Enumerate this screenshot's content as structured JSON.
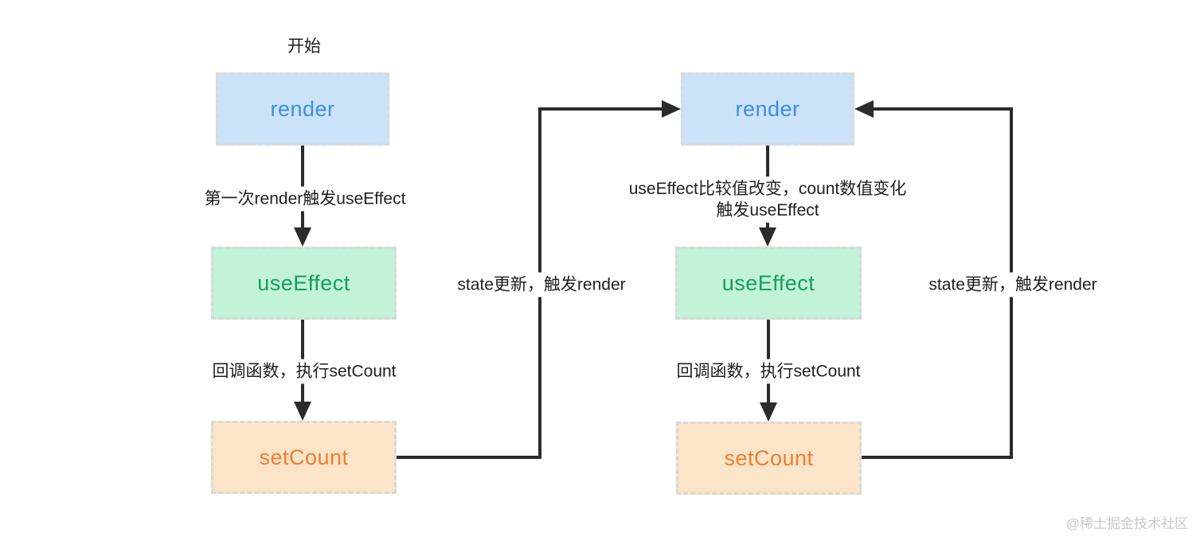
{
  "diagram": {
    "start_label": "开始",
    "watermark": "@稀土掘金技术社区",
    "colors": {
      "render_fill": "#cbe3f9",
      "render_text": "#3e8be8",
      "useeffect_fill": "#c2f2d7",
      "useeffect_text": "#13a05c",
      "setcount_fill": "#fce4c8",
      "setcount_text": "#ee7d32",
      "line": "#2b2b2b",
      "box_border": "#d9d9d9",
      "label_text": "#1f1f1f",
      "watermark_text": "#c9cacc"
    },
    "left": {
      "render": "render",
      "useEffect": "useEffect",
      "setCount": "setCount",
      "edge_render_to_useeffect": "第一次render触发useEffect",
      "edge_useeffect_to_setcount": "回调函数，执行setCount"
    },
    "right": {
      "render": "render",
      "useEffect": "useEffect",
      "setCount": "setCount",
      "edge_render_to_useeffect_line1": "useEffect比较值改变，count数值变化",
      "edge_render_to_useeffect_line2": "触发useEffect",
      "edge_useeffect_to_setcount": "回调函数，执行setCount"
    },
    "edge_left_setcount_to_right_render": "state更新，触发render",
    "edge_right_setcount_to_right_render": "state更新，触发render"
  }
}
